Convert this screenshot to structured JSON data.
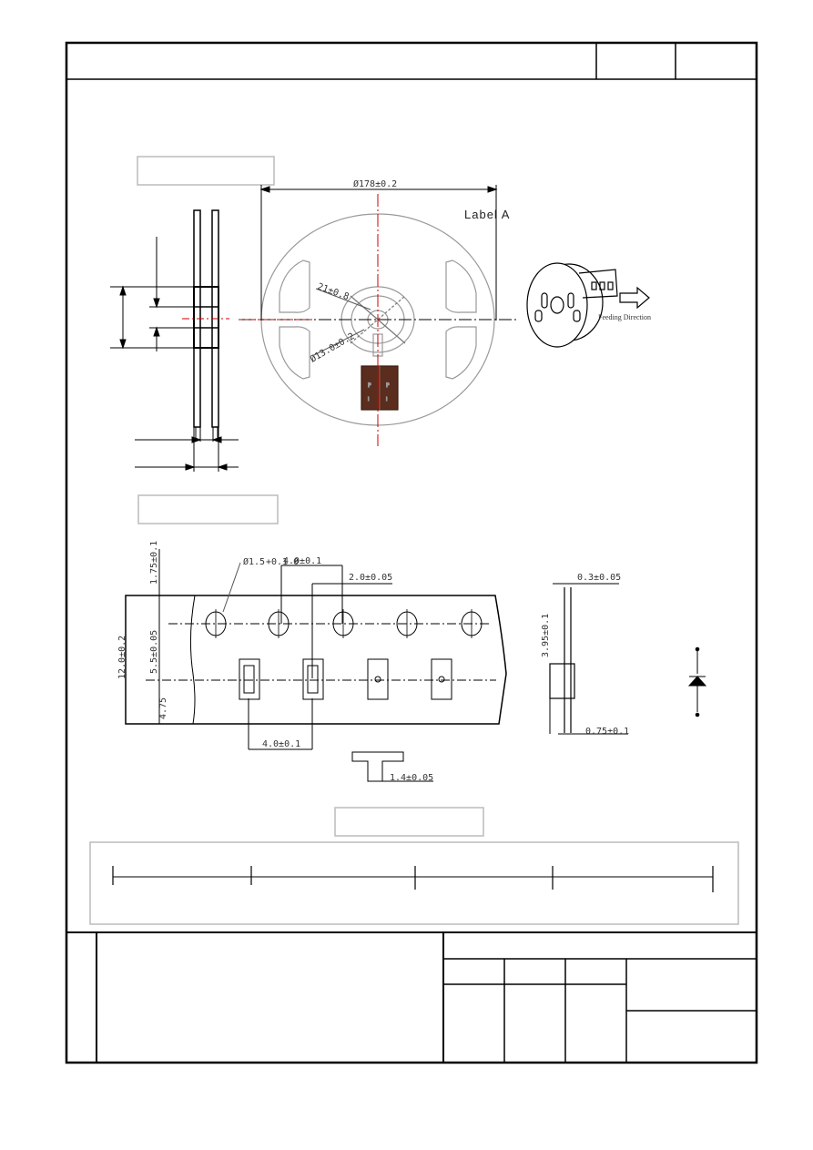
{
  "reel": {
    "outer_diameter": "Ø178±0.2",
    "label_a": "Label A",
    "inner_diameter_small": "21±0.8",
    "hub_diameter": "Ø13.0±0.2",
    "feeding_direction": "Feeding Direction"
  },
  "tape": {
    "sprocket_hole": "Ø1.5",
    "sprocket_hole_tol": "+0.1 0",
    "pitch_holes": "4.0±0.1",
    "hole_to_pocket": "2.0±0.05",
    "edge_to_holes": "1.75±0.1",
    "holes_to_center": "5.5±0.05",
    "tape_width": "12.0±0.2",
    "lower_margin": "4.75",
    "pocket_pitch": "4.0±0.1",
    "pocket_width": "1.4±0.05",
    "thickness": "0.3±0.05",
    "pocket_depth": "3.95±0.1",
    "bottom_thickness": "0.75±0.1"
  },
  "colors": {
    "line": "#000000",
    "dim_line": "#555555",
    "centerline_red": "#cc0000",
    "label_fill": "#5a2d1e",
    "box_border": "#bbbbbb"
  }
}
